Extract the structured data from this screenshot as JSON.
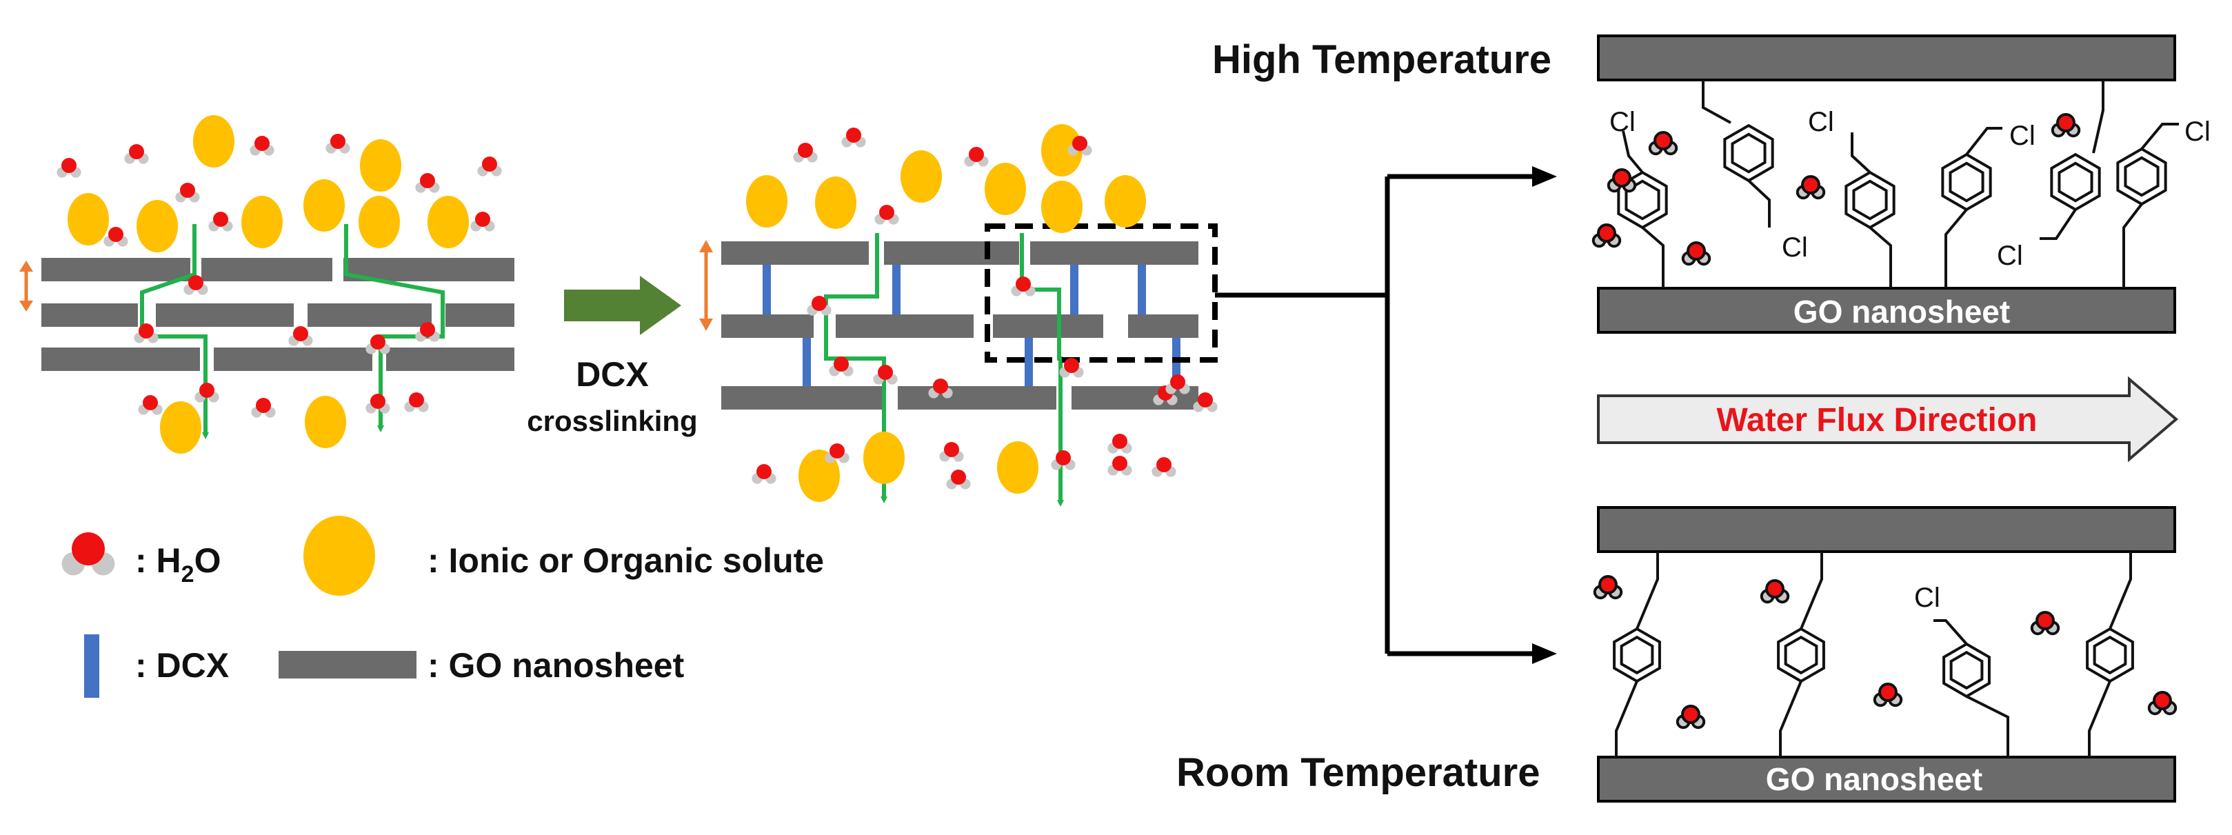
{
  "labels": {
    "dcx": "DCX",
    "crosslinking": "crosslinking",
    "high_temperature": "High Temperature",
    "room_temperature": "Room Temperature",
    "go_nanosheet": "GO nanosheet",
    "water_flux": "Water Flux Direction",
    "cl": "Cl"
  },
  "legend": {
    "h2o_prefix": ": H",
    "h2o_sub": "2",
    "h2o_suffix": "O",
    "solute": ": Ionic or Organic solute",
    "dcx": ": DCX",
    "go": ": GO nanosheet"
  },
  "colors": {
    "sheet": "#6b6b6b",
    "solute": "#ffc000",
    "water_o": "#ee1111",
    "water_h": "#c8c8c8",
    "path": "#22b14c",
    "dcx": "#4472c4",
    "spacing_arrow": "#ed7d31",
    "process_arrow": "#548235"
  }
}
